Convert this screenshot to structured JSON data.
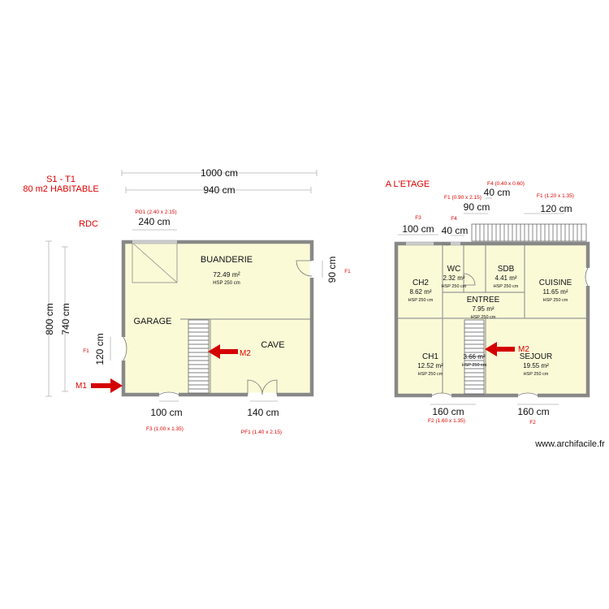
{
  "header": {
    "title": "S1 - T1",
    "subtitle": "80 m2 HABITABLE",
    "ground_label": "RDC",
    "upper_label": "A L'ETAGE",
    "watermark": "www.archifacile.fr"
  },
  "colors": {
    "annotation": "#e00000",
    "room_fill": "#fafad7",
    "wall": "#888888",
    "arrow": "#d40000"
  },
  "ground_floor": {
    "dims": {
      "overall_width": "1000 cm",
      "inner_width": "940 cm",
      "overall_height": "800 cm",
      "inner_height": "740 cm",
      "pg1_width": "240 cm",
      "f1_height_right": "90 cm",
      "f1_height_left": "120 cm",
      "f3_width": "100 cm",
      "pf1_width": "140 cm"
    },
    "openings": {
      "pg1": "PG1 (2.40 x 2.15)",
      "f1_right": "F1",
      "f1_left": "F1",
      "f3": "F3 (1.00 x 1.35)",
      "pf1": "PF1 (1.40 x 2.15)"
    },
    "rooms": {
      "buanderie": {
        "name": "BUANDERIE",
        "area": "72.49 m²",
        "hsp": "HSP 250 cm"
      },
      "garage": {
        "name": "GARAGE"
      },
      "cave": {
        "name": "CAVE"
      }
    },
    "markers": {
      "m1": "M1",
      "m2": "M2"
    }
  },
  "upper_floor": {
    "dims": {
      "f4_width": "40 cm",
      "f1_width": "90 cm",
      "f1b_width": "120 cm",
      "f3_width": "100 cm",
      "f4b_width": "40 cm",
      "f2a_width": "160 cm",
      "f2b_width": "160 cm"
    },
    "openings": {
      "f4_top": "F4 (0.40 x 0.60)",
      "f1_top": "F1 (0.90 x 2.15)",
      "f1_right": "F1 (1.20 x 1.35)",
      "f3": "F3",
      "f4": "F4",
      "f2_bottom_left": "F2 (1.60 x 1.35)",
      "f2_bottom_right": "F2"
    },
    "rooms": {
      "ch2": {
        "name": "CH2",
        "area": "8.62 m²",
        "hsp": "HSP 250 cm"
      },
      "wc": {
        "name": "WC",
        "area": "2.32 m²",
        "hsp": "HSP 250 cm"
      },
      "sdb": {
        "name": "SDB",
        "area": "4.41 m²",
        "hsp": "HSP 250 cm"
      },
      "cuisine": {
        "name": "CUISINE",
        "area": "11.65 m²",
        "hsp": "HSP 250 cm"
      },
      "entree": {
        "name": "ENTREE",
        "area": "7.95 m²",
        "hsp": "HSP 250 cm"
      },
      "ch1": {
        "name": "CH1",
        "area": "12.52 m²",
        "hsp": "HSP 250 cm"
      },
      "stair": {
        "area": "3.66 m²",
        "hsp": "HSP 250 cm"
      },
      "sejour": {
        "name": "SEJOUR",
        "area": "19.55 m²",
        "hsp": "HSP 250 cm"
      }
    },
    "markers": {
      "m2": "M2"
    }
  }
}
